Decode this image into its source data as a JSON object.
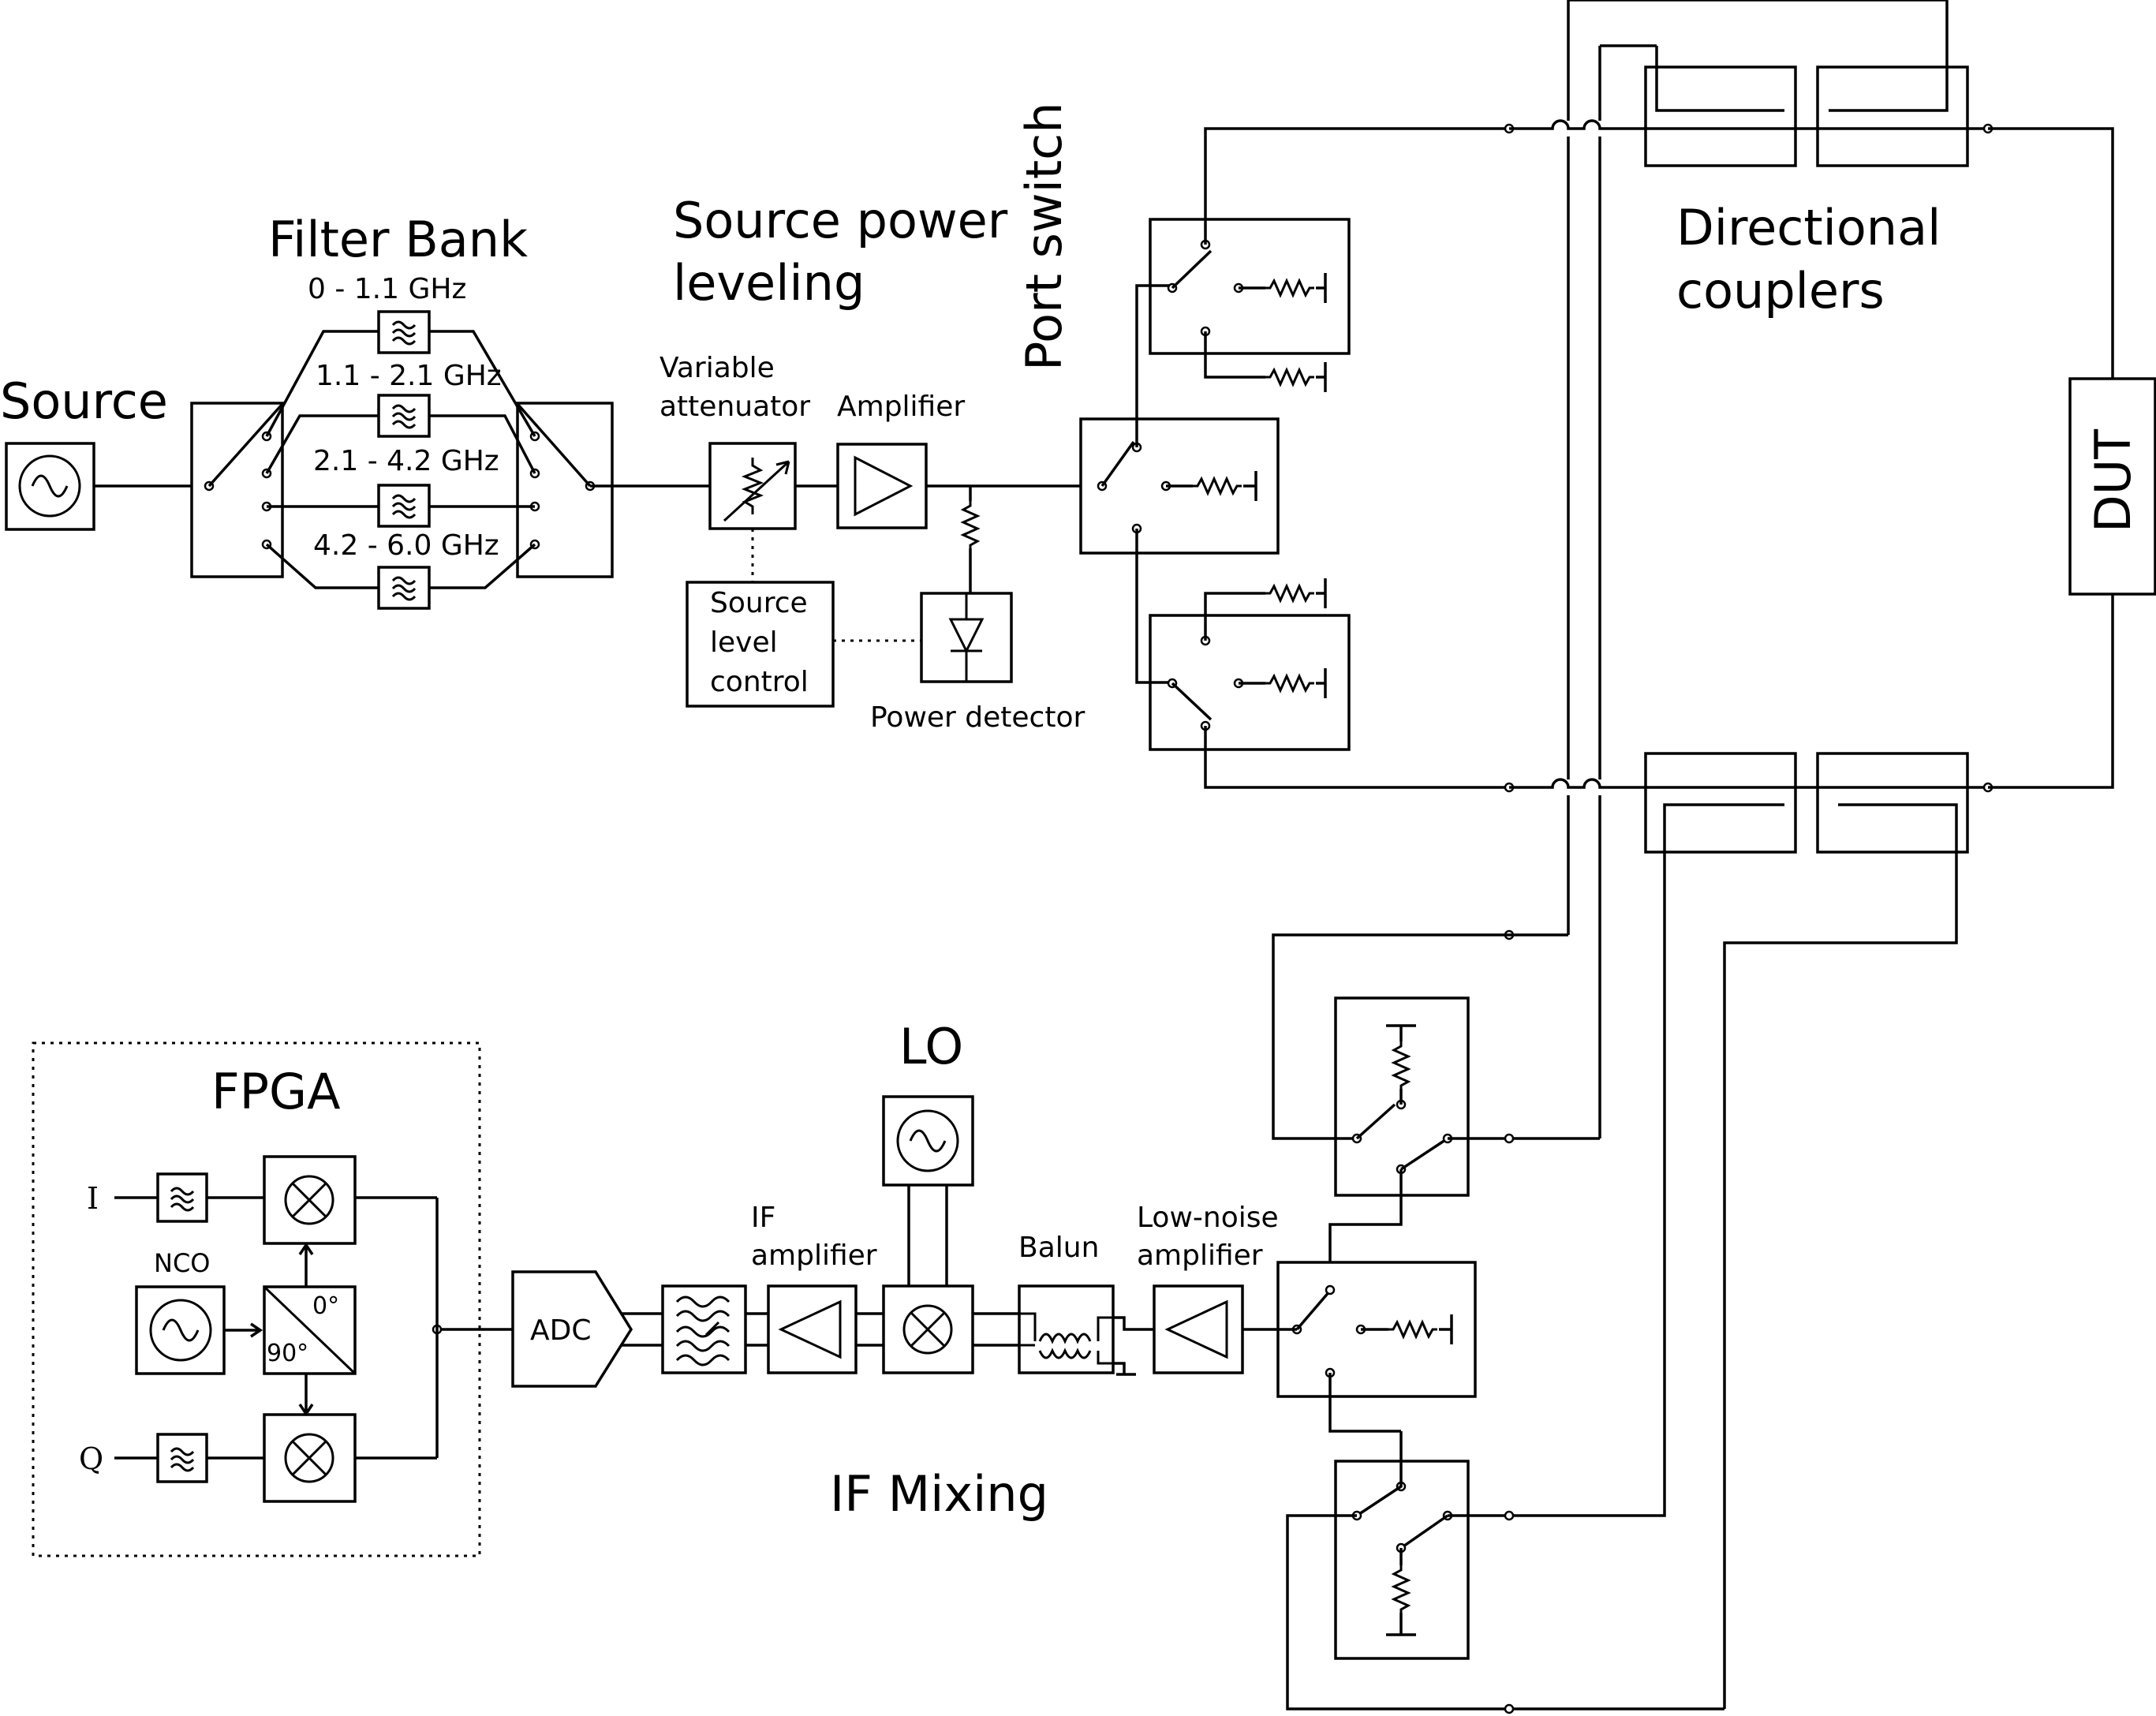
{
  "labels": {
    "filter_bank": "Filter Bank",
    "source": "Source",
    "band_0": "0 - 1.1 GHz",
    "band_1": "1.1 - 2.1 GHz",
    "band_2": "2.1 - 4.2 GHz",
    "band_3": "4.2 - 6.0 GHz",
    "source_power_1": "Source power",
    "source_power_2": "leveling",
    "variable_attenuator_1": "Variable",
    "variable_attenuator_2": "attenuator",
    "amplifier": "Amplifier",
    "port_switch": "Port switch",
    "source_level_1": "Source",
    "source_level_2": "level",
    "source_level_3": "control",
    "power_detector": "Power detector",
    "directional_1": "Directional",
    "directional_2": "couplers",
    "dut": "DUT",
    "fpga": "FPGA",
    "i": "I",
    "q": "Q",
    "nco": "NCO",
    "deg0": "0°",
    "deg90": "90°",
    "adc": "ADC",
    "if_amp_1": "IF",
    "if_amp_2": "amplifier",
    "lo": "LO",
    "balun": "Balun",
    "lna_1": "Low-noise",
    "lna_2": "amplifier",
    "if_mixing": "IF Mixing"
  }
}
